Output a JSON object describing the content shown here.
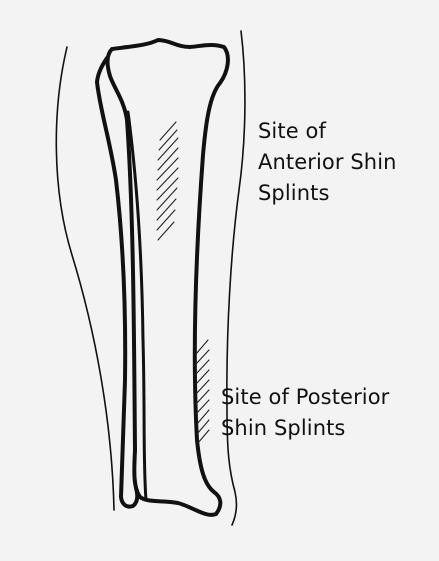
{
  "diagram": {
    "labels": {
      "anterior": {
        "line1": "Site of",
        "line2": "Anterior Shin",
        "line3": "Splints"
      },
      "posterior": {
        "line1": "Site of Posterior",
        "line2": "Shin Splints"
      }
    },
    "colors": {
      "background": "#f3f3f3",
      "line": "#111111"
    }
  }
}
